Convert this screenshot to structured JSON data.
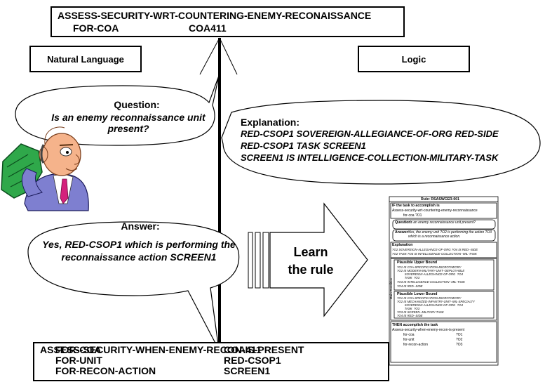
{
  "top_task": {
    "line1": "ASSESS-SECURITY-WRT-COUNTERING-ENEMY-RECONAISSANCE",
    "for_label": "FOR-COA",
    "for_value": "COA411"
  },
  "labels": {
    "natural_language": "Natural Language",
    "logic": "Logic"
  },
  "question": {
    "title": "Question:",
    "text": "Is an enemy reconnaissance unit present?"
  },
  "explanation": {
    "title": "Explanation:",
    "lines": [
      "RED-CSOP1  SOVEREIGN-ALLEGIANCE-OF-ORG  RED-SIDE",
      "RED-CSOP1  TASK  SCREEN1",
      "SCREEN1  IS  INTELLIGENCE-COLLECTION-MILITARY-TASK"
    ]
  },
  "answer": {
    "title": "Answer:",
    "text": "Yes, RED-CSOP1 which is performing the reconnaissance action SCREEN1"
  },
  "learn_arrow": {
    "line1": "Learn",
    "line2": "the rule"
  },
  "bottom_task": {
    "title": "ASSESS-SECURITY-WHEN-ENEMY-RECON-IS-PRESENT",
    "rows": [
      {
        "label": "FOR-COA",
        "value": "COA411"
      },
      {
        "label": "FOR-UNIT",
        "value": "RED-CSOP1"
      },
      {
        "label": "FOR-RECON-ACTION",
        "value": "SCREEN1"
      }
    ]
  },
  "rule_card": {
    "title": "Rule: RSASWCER-001",
    "if_title": "IF the task to accomplish is",
    "if_task": "Assess-security-wrt-countering-enemy-reconnaissance",
    "if_param": "for-coa  ?O1",
    "question_label": "Question:",
    "question_text": "Is an enemy reconnaissance unit present?",
    "answer_label": "Answer:",
    "answer_text": "Yes, the enemy unit ?O2 is performing the action ?O3 which is a reconnaissance action.",
    "explanation_title": "Explanation",
    "explanation_lines": [
      "?O2  SOVEREIGN-ALLEGIANCE-OF-ORG  ?O4  IS  RED--SIDE",
      "?O2  TASK  ?O3  IS  INTELLIGENCE-COLLECTION--MIL-TASK"
    ],
    "side_label": "Main Condition",
    "upper_title": "Plausible Upper Bound",
    "upper_lines": [
      "?O1  IS  COA-SPECIFICATION-MICROTHEORY",
      "?O2  IS  MODERN-MILITARY-UNIT--DEPLOYABLE",
      "         SOVEREIGN-ALLEGIANCE-OF-ORG  ?O4",
      "         TASK  ?O3",
      "?O3  IS  INTELLIGENCE-COLLECTION--MIL-TASK",
      "?O4  IS  RED--SIDE"
    ],
    "lower_title": "Plausible Lower Bound",
    "lower_lines": [
      "?O1  IS  COA-SPECIFICATION-MICROTHEORY",
      "?O2  IS  MECHANIZED-INFANTRY-UNIT--MIL-SPECIALTY",
      "         SOVEREIGN-ALLEGIANCE-OF-ORG  ?O4",
      "         TASK  ?O3",
      "?O3  IS  SCREEN--MILITARY-TASK",
      "?O4  IS  RED--SIDE"
    ],
    "then_title": "THEN accomplish the task",
    "then_task": "Assess-security-when-enemy-recon-is-present",
    "then_rows": [
      {
        "label": "for-coa",
        "value": "?O1"
      },
      {
        "label": "for-unit",
        "value": "?O2"
      },
      {
        "label": "for-recon-action",
        "value": "?O3"
      }
    ]
  }
}
